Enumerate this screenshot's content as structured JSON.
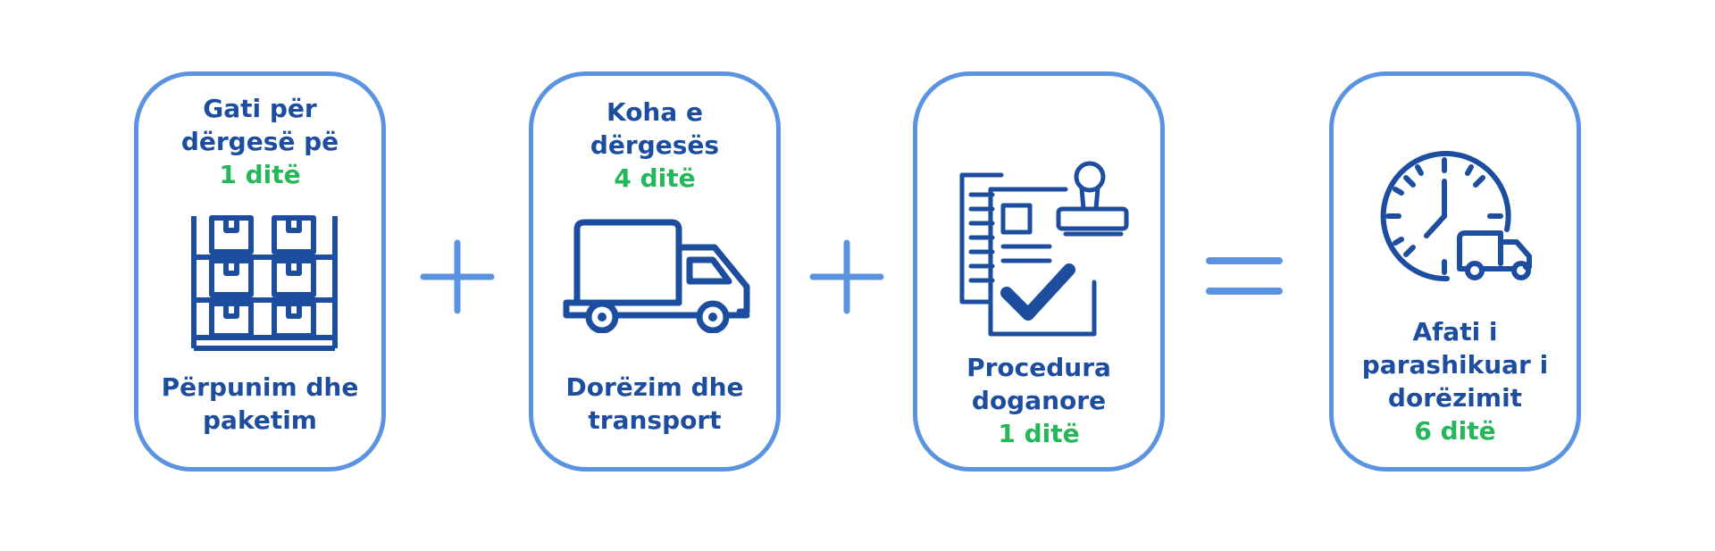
{
  "colors": {
    "primary": "#1d4d9e",
    "accent": "#25b75a",
    "border": "#5c93e1"
  },
  "steps": [
    {
      "top_line1": "Gati për",
      "top_line2": "dërgesë pë",
      "top_days": "1 ditë",
      "icon": "warehouse-shelves-icon",
      "bottom_line1": "Përpunim dhe",
      "bottom_line2": "paketim"
    },
    {
      "top_line1": "Koha e",
      "top_line2": "dërgesës",
      "top_days": "4 ditë",
      "icon": "delivery-truck-icon",
      "bottom_line1": "Dorëzim dhe",
      "bottom_line2": "transport"
    },
    {
      "icon": "customs-document-stamp-icon",
      "bottom_line1": "Procedura",
      "bottom_line2": "doganore",
      "bottom_days": "1 ditë"
    },
    {
      "icon": "clock-truck-icon",
      "bottom_line1": "Afati i",
      "bottom_line2": "parashikuar i",
      "bottom_line3": "dorëzimit",
      "bottom_days": "6 ditë"
    }
  ],
  "operators": [
    "plus-icon",
    "plus-icon",
    "equals-icon"
  ]
}
